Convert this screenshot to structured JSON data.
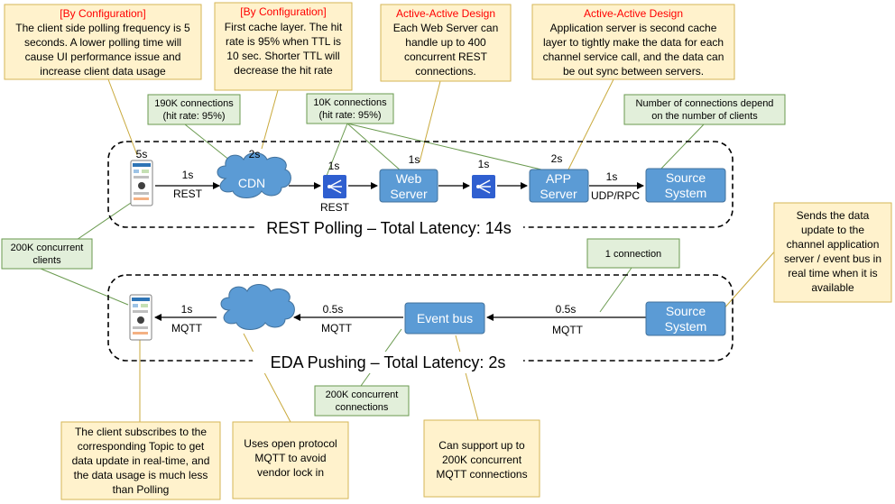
{
  "callouts": {
    "c1": {
      "heading": "[By Configuration]",
      "lines": [
        "The client side polling frequency is 5",
        "seconds. A lower polling time will",
        "cause UI performance issue and",
        "increase client data usage"
      ]
    },
    "c2": {
      "heading": "[By Configuration]",
      "lines": [
        "First cache layer. The hit",
        "rate is 95% when TTL is",
        "10 sec. Shorter TTL will",
        "decrease the hit rate"
      ]
    },
    "c3": {
      "heading": "Active-Active Design",
      "lines": [
        "Each Web Server can",
        "handle up to 400",
        "concurrent REST",
        "connections."
      ]
    },
    "c4": {
      "heading": "Active-Active Design",
      "lines": [
        "Application server is second cache",
        "layer to tightly make the data for each",
        "channel service call, and the data can",
        "be out sync between servers."
      ]
    },
    "c5": {
      "lines": [
        "Sends the data",
        "update to the",
        "channel application",
        "server / event bus in",
        "real time when it is",
        "available"
      ]
    },
    "c6": {
      "lines": [
        "The client subscribes to the",
        "corresponding Topic to get",
        "data update in real-time, and",
        "the data usage is much less",
        "than Polling"
      ]
    },
    "c7": {
      "lines": [
        "Uses open protocol",
        "MQTT to avoid",
        "vendor lock in"
      ]
    },
    "c8": {
      "lines": [
        "Can support up to",
        "200K concurrent",
        "MQTT connections"
      ]
    }
  },
  "notes": {
    "n1": [
      "190K connections",
      "(hit rate: 95%)"
    ],
    "n2": [
      "10K connections",
      "(hit rate: 95%)"
    ],
    "n3": [
      "Number of connections depend",
      "on the number of clients"
    ],
    "n4": [
      "200K concurrent",
      "clients"
    ],
    "n5": [
      "1 connection"
    ],
    "n6": [
      "200K concurrent",
      "connections"
    ]
  },
  "nodes": {
    "cdn": "CDN",
    "web_server": [
      "Web",
      "Server"
    ],
    "app_server": [
      "APP",
      "Server"
    ],
    "source_system_top": [
      "Source",
      "System"
    ],
    "event_bus": "Event bus",
    "source_system_bottom": [
      "Source",
      "System"
    ]
  },
  "labels": {
    "client_top_latency": "5s",
    "client_cdn_latency": "1s",
    "client_cdn_protocol": "REST",
    "cdn_latency": "2s",
    "lb1_latency": "1s",
    "lb1_protocol": "REST",
    "web_latency": "1s",
    "lb2_latency": "1s",
    "app_latency": "2s",
    "app_source_latency": "1s",
    "app_source_protocol": "UDP/RPC",
    "bottom_client_latency": "1s",
    "bottom_client_protocol": "MQTT",
    "cloud_event_latency": "0.5s",
    "cloud_event_protocol": "MQTT",
    "event_source_latency": "0.5s",
    "event_source_protocol": "MQTT"
  },
  "titles": {
    "rest": "REST Polling – Total Latency: 14s",
    "eda": "EDA Pushing – Total Latency: 2s"
  },
  "colors": {
    "node_fill": "#5b9bd5",
    "callout_fill": "#fff2cc",
    "note_fill": "#e2efda",
    "heading_red": "#ff0000",
    "load_balancer": "#2f5fd0"
  }
}
